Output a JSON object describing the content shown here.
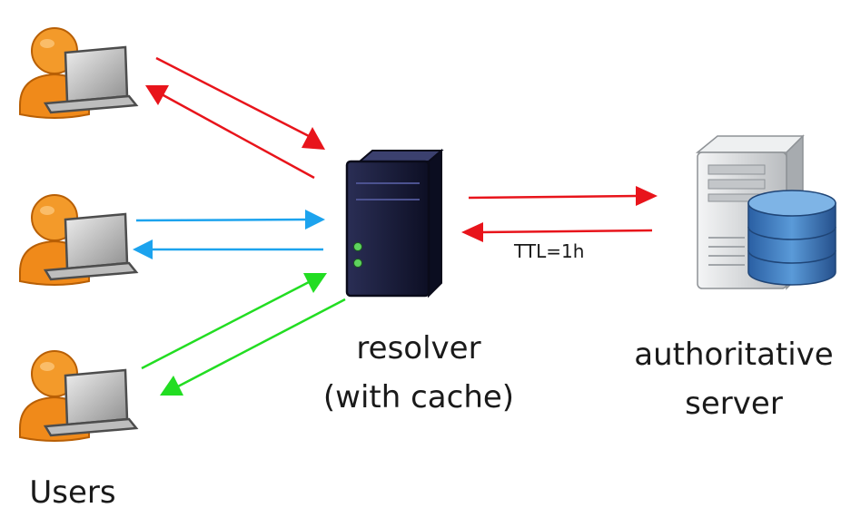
{
  "labels": {
    "resolver_line1": "resolver",
    "resolver_line2": "(with cache)",
    "authoritative_line1": "authoritative",
    "authoritative_line2": "server",
    "users": "Users",
    "ttl": "TTL=1h"
  },
  "colors": {
    "red_flow": "#e8141b",
    "blue_flow": "#1ca3ee",
    "green_flow": "#22dd22",
    "user_body": "#f08a1a",
    "laptop": "#a0a0a0",
    "resolver": "#1b1e3d",
    "server_case": "#d8dadc",
    "database": "#3a78c0"
  },
  "icons": {
    "user": "user-with-laptop-icon",
    "resolver": "server-tower-icon",
    "authoritative": "server-with-database-icon"
  }
}
